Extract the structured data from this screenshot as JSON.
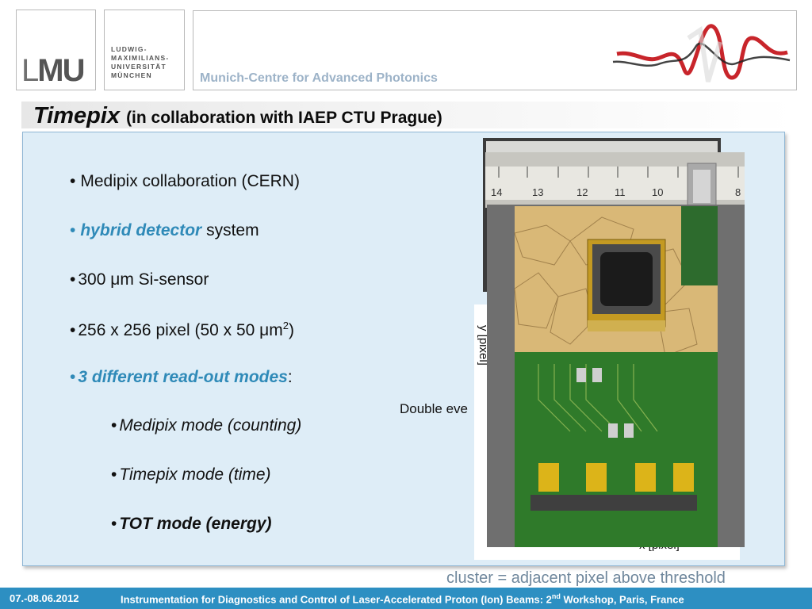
{
  "header": {
    "lmu_logo": {
      "l": "L",
      "mu": "MU"
    },
    "university_name": [
      "LUDWIG-",
      "MAXIMILIANS-",
      "UNIVERSITÄT",
      "MÜNCHEN"
    ],
    "institute": "Munich-Centre for Advanced Photonics"
  },
  "slide": {
    "title": "Timepix",
    "title_sub": "(in collaboration with IAEP CTU Prague)",
    "bullets": [
      {
        "text": "Medipix collaboration (CERN)"
      },
      {
        "emph": "hybrid detector",
        "text": "system"
      },
      {
        "text": "300 μm Si-sensor"
      },
      {
        "text": "256 x 256 pixel (50 x 50 μm",
        "sup": "2",
        "tail": ")"
      },
      {
        "emph": "3 different read-out modes",
        "tail": ":"
      },
      {
        "text": "Medipix mode (counting)"
      },
      {
        "text": "Timepix mode (time)"
      },
      {
        "text": "TOT mode (energy)"
      }
    ],
    "plot": {
      "ylabel": "y [pixel]",
      "xlabel": "x [pixel]"
    },
    "double_event": "Double eve",
    "caption": "cluster = adjacent pixel above threshold",
    "ruler_numbers": [
      "14",
      "13",
      "12",
      "11",
      "10",
      "8"
    ]
  },
  "footer": {
    "date": "07.-08.06.2012",
    "conference_pre": "Instrumentation for Diagnostics and Control of Laser-Accelerated Proton (Ion) Beams: 2",
    "conference_sup": "nd",
    "conference_post": " Workshop,  Paris, France"
  },
  "colors": {
    "accent_blue": "#2f8ab8",
    "footer_bg": "#2d8fc2",
    "panel_bg": "#deedf7",
    "banner_text": "#9db3c8"
  }
}
